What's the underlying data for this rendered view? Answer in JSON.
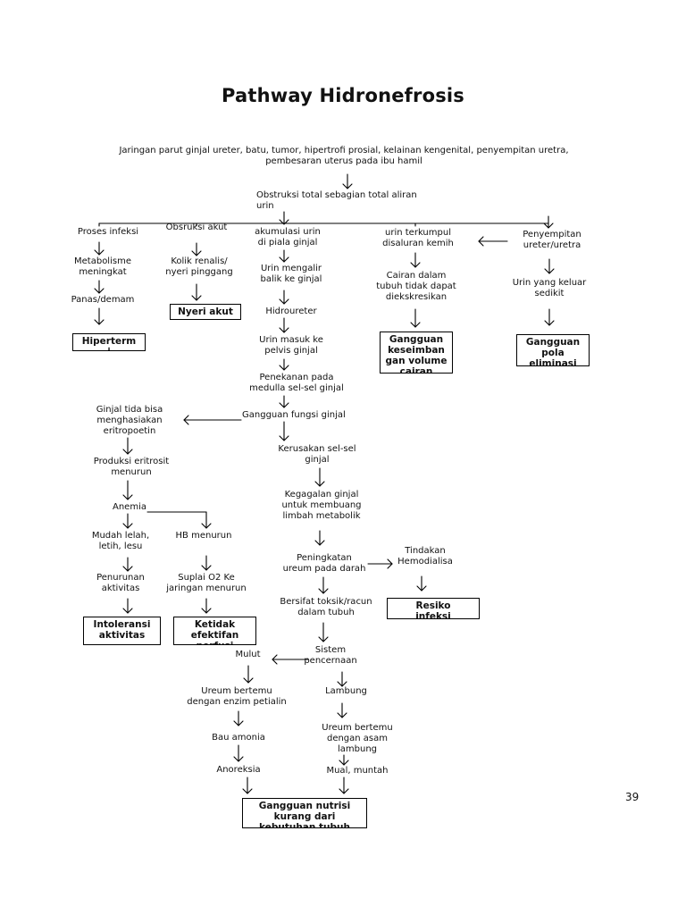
{
  "title": "Pathway Hidronefrosis",
  "page_number": "39",
  "causes": "Jaringan parut ginjal ureter, batu, tumor, hipertrofi prosial, kelainan kengenital, penyempitan uretra,\npembesaran  uterus pada ibu hamil",
  "nodes": {
    "obstruksi": "Obstruksi total sebagian total aliran\nurin",
    "proses_infeksi": "Proses infeksi",
    "metabolisme": "Metabolisme\nmeningkat",
    "panas": "Panas/demam",
    "obstruksi_akut": "Obsruksi akut",
    "kolik": "Kolik renalis/\nnyeri pinggang",
    "akumulasi": "akumulasi urin\ndi piala ginjal",
    "urin_mengalir": "Urin mengalir\nbalik ke ginjal",
    "hidroureter": "Hidroureter",
    "urin_masuk": "Urin masuk ke\npelvis ginjal",
    "penekanan": "Penekanan pada\nmedulla sel-sel ginjal",
    "urin_terkumpul": "urin terkumpul\ndisaluran kemih",
    "cairan": "Cairan dalam\ntubuh tidak dapat\ndiekskresikan",
    "penyempitan": "Penyempitan\nureter/uretra",
    "urin_keluar": "Urin yang keluar\nsedikit",
    "gangguan_fungsi": "Gangguan fungsi ginjal",
    "ginjal_tidak": "Ginjal tida bisa\nmenghasiakan\neritropoetin",
    "produksi": "Produksi eritrosit\nmenurun",
    "anemia": "Anemia",
    "mudah_lelah": "Mudah lelah,\nletih, lesu",
    "hb": "HB menurun",
    "penurunan": "Penurunan\naktivitas",
    "suplai": "Suplai O2 Ke\njaringan menurun",
    "kerusakan": "Kerusakan sel-sel\nginjal",
    "kegagalan": "Kegagalan ginjal\nuntuk membuang\nlimbah metabolik",
    "peningkatan": "Peningkatan\nureum pada darah",
    "tindakan": "Tindakan\nHemodialisa",
    "bersifat": "Bersifat toksik/racun\ndalam tubuh",
    "sistem": "Sistem\npencernaan",
    "mulut": "Mulut",
    "lambung": "Lambung",
    "ureum_enzim": "Ureum bertemu\ndengan enzim petialin",
    "ureum_asam": "Ureum bertemu\ndengan asam\nlambung",
    "bau": "Bau amonia",
    "mual": "Mual, muntah",
    "anoreksia": "Anoreksia"
  },
  "boxes": {
    "nyeri": "Nyeri akut",
    "hiperterm": "Hiperterm\ni",
    "gangguan_keseimbangan": "Gangguan\nkeseimban\ngan volume\ncairan",
    "gangguan_eliminasi": "Gangguan\npola\neliminasi",
    "intoleransi": "Intoleransi\naktivitas",
    "ketidak": "Ketidak\nefektifan\nperfusi",
    "resiko": "Resiko\ninfeksi",
    "nutrisi": "Gangguan nutrisi\nkurang dari\nkebutuhan tubuh"
  }
}
